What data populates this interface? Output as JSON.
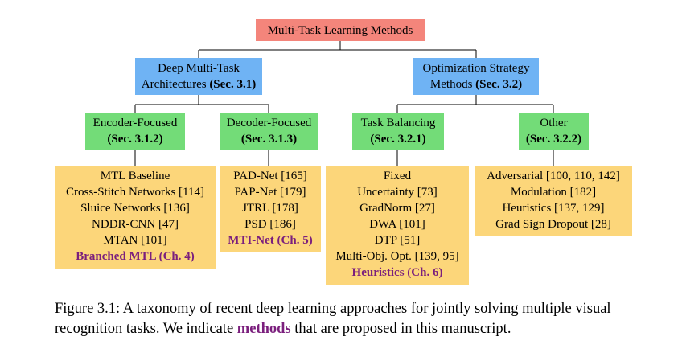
{
  "colors": {
    "root": "#f4857b",
    "category": "#6fb3f4",
    "subcategory": "#73dc78",
    "leaf": "#fcd67a",
    "highlight": "#7b1f7d",
    "line": "#000000"
  },
  "root": {
    "label": "Multi-Task Learning Methods"
  },
  "categories": {
    "architectures": {
      "line1": "Deep Multi-Task",
      "line2": "Architectures",
      "sec": "(Sec. 3.1)"
    },
    "optimization": {
      "line1": "Optimization Strategy",
      "line2": "Methods",
      "sec": "(Sec. 3.2)"
    }
  },
  "subcategories": {
    "encoder": {
      "label": "Encoder-Focused",
      "sec": "(Sec. 3.1.2)"
    },
    "decoder": {
      "label": "Decoder-Focused",
      "sec": "(Sec. 3.1.3)"
    },
    "balancing": {
      "label": "Task Balancing",
      "sec": "(Sec. 3.2.1)"
    },
    "other": {
      "label": "Other",
      "sec": "(Sec. 3.2.2)"
    }
  },
  "leaves": {
    "encoder": {
      "items": [
        "MTL Baseline",
        "Cross-Stitch Networks [114]",
        "Sluice Networks [136]",
        "NDDR-CNN [47]",
        "MTAN [101]"
      ],
      "highlight": "Branched MTL (Ch. 4)"
    },
    "decoder": {
      "items": [
        "PAD-Net [165]",
        "PAP-Net [179]",
        "JTRL [178]",
        "PSD [186]"
      ],
      "highlight": "MTI-Net (Ch. 5)"
    },
    "balancing": {
      "items": [
        "Fixed",
        "Uncertainty [73]",
        "GradNorm [27]",
        "DWA [101]",
        "DTP [51]",
        "Multi-Obj. Opt. [139, 95]"
      ],
      "highlight": "Heuristics (Ch. 6)"
    },
    "other": {
      "items": [
        "Adversarial [100, 110, 142]",
        "Modulation [182]",
        "Heuristics [137, 129]",
        "Grad Sign Dropout [28]"
      ]
    }
  },
  "caption": {
    "prefix": "Figure 3.1: A taxonomy of recent deep learning approaches for jointly solving multiple visual recognition tasks. We indicate ",
    "highlight": "methods",
    "suffix": " that are proposed in this manuscript."
  }
}
